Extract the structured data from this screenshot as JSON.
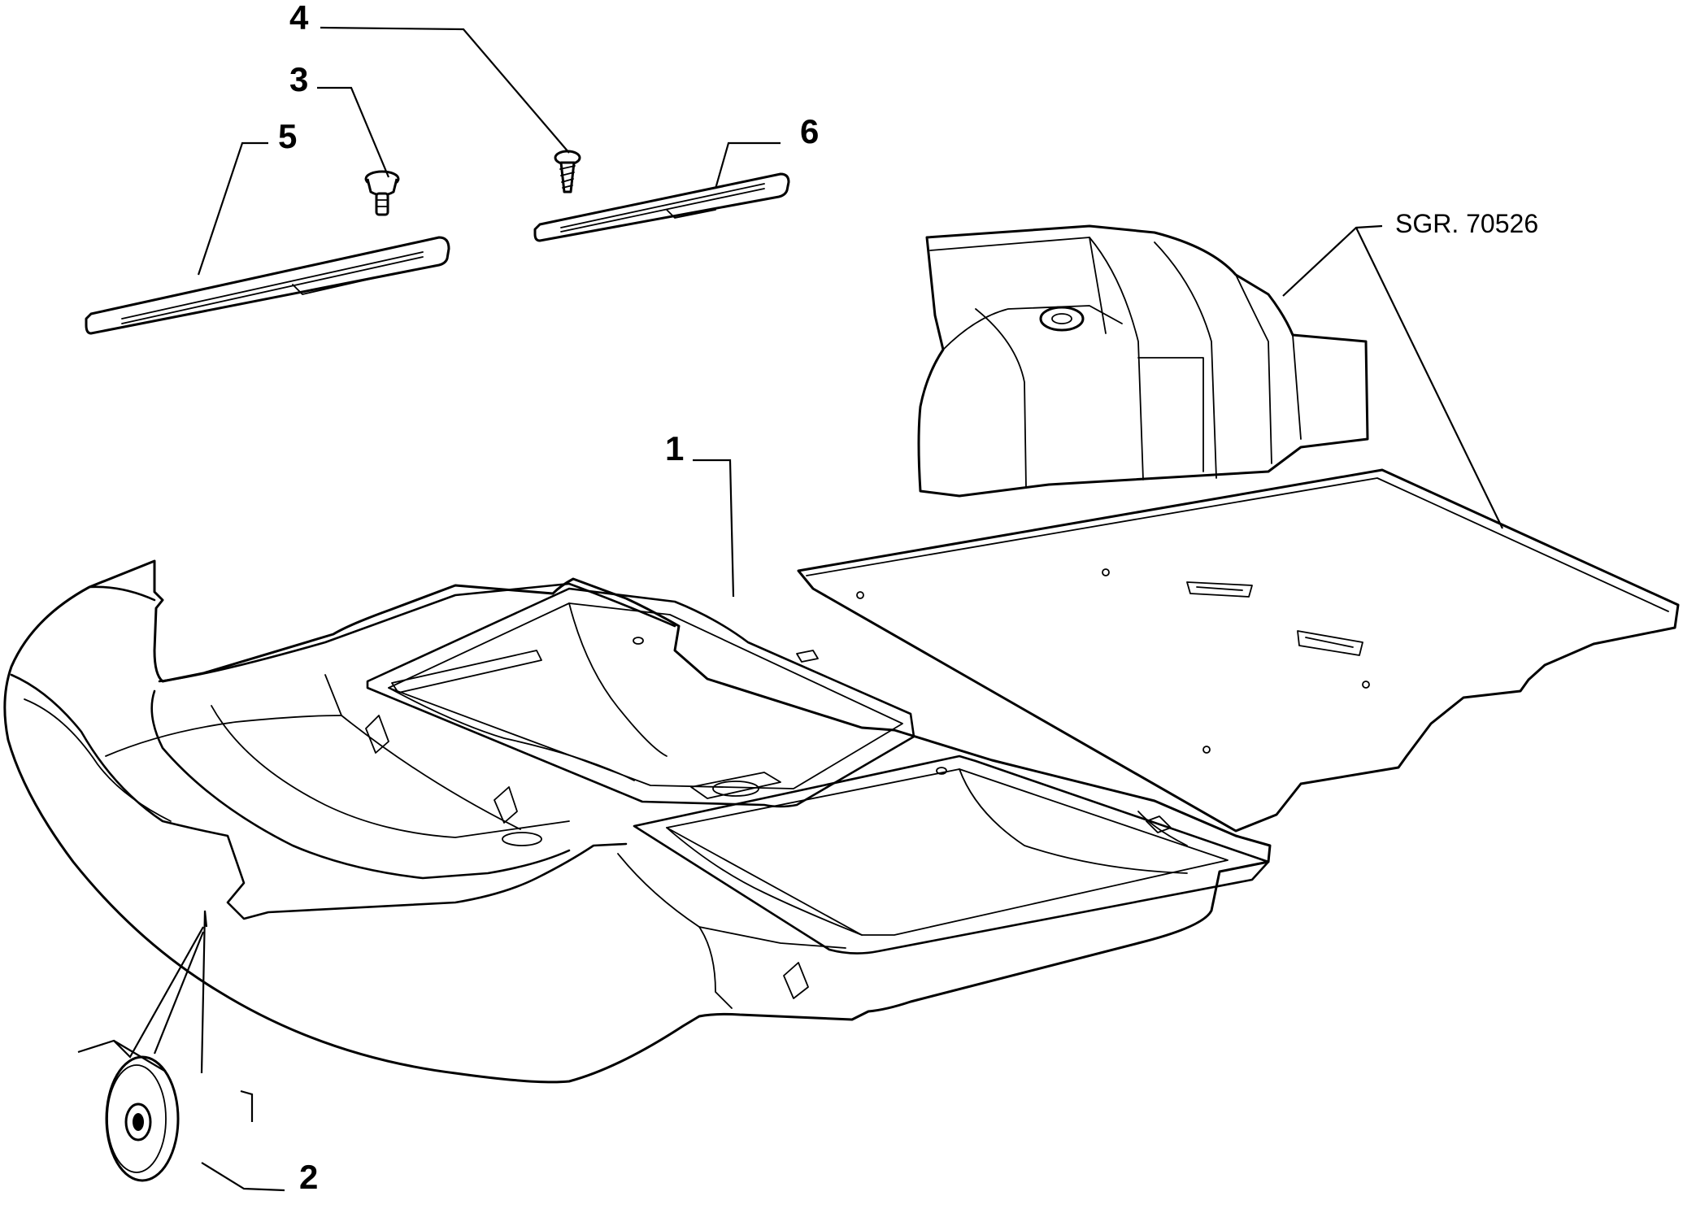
{
  "diagram": {
    "reference": "SGR. 70526",
    "callouts": [
      {
        "id": "1",
        "label": "1"
      },
      {
        "id": "2",
        "label": "2"
      },
      {
        "id": "3",
        "label": "3"
      },
      {
        "id": "4",
        "label": "4"
      },
      {
        "id": "5",
        "label": "5"
      },
      {
        "id": "6",
        "label": "6"
      }
    ]
  }
}
